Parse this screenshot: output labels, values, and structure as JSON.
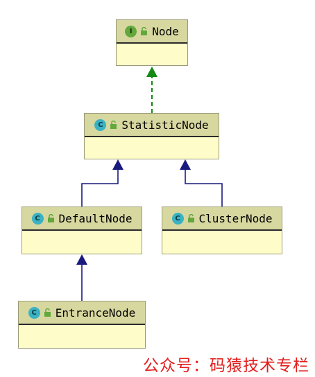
{
  "nodes": [
    {
      "name": "Node",
      "stereotype": "I"
    },
    {
      "name": "StatisticNode",
      "stereotype": "C"
    },
    {
      "name": "DefaultNode",
      "stereotype": "C"
    },
    {
      "name": "ClusterNode",
      "stereotype": "C"
    },
    {
      "name": "EntranceNode",
      "stereotype": "C"
    }
  ],
  "relations": [
    {
      "from": "StatisticNode",
      "to": "Node",
      "kind": "implements"
    },
    {
      "from": "DefaultNode",
      "to": "StatisticNode",
      "kind": "extends"
    },
    {
      "from": "ClusterNode",
      "to": "StatisticNode",
      "kind": "extends"
    },
    {
      "from": "EntranceNode",
      "to": "DefaultNode",
      "kind": "extends"
    }
  ],
  "colors": {
    "implements_arrow": "#138a13",
    "extends_arrow": "#1a1a7e",
    "header": "#d7d7a0",
    "body": "#fefdc9"
  },
  "watermark": "公众号：码猿技术专栏"
}
